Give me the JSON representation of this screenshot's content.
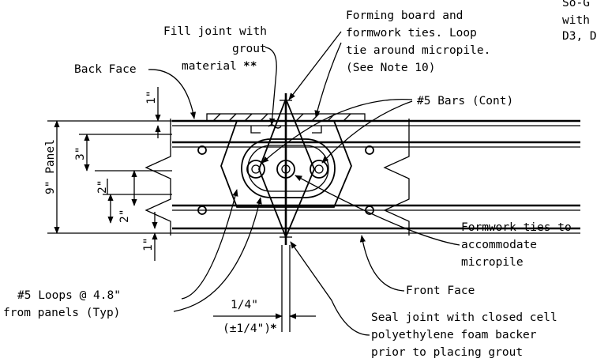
{
  "top_right_fragment": {
    "line1": "So-G",
    "line2": "with",
    "line3": "D3, D"
  },
  "labels": {
    "fill_joint_line1": "Fill joint with",
    "fill_joint_line2": "grout",
    "fill_joint_line3": "material",
    "fill_joint_mark": "**",
    "forming_line1": "Forming board and",
    "forming_line2": "formwork ties. Loop",
    "forming_line3": "tie around micropile.",
    "forming_line4": "(See Note 10)",
    "back_face": "Back Face",
    "bars_cont": "#5 Bars (Cont)",
    "panel": "9\" Panel",
    "dim_1in_top": "1\"",
    "dim_3in": "3\"",
    "dim_2in_a": "2\"",
    "dim_2in_b": "2\"",
    "dim_1in_bottom": "1\"",
    "formwork_ties_line1": "Formwork ties to",
    "formwork_ties_line2": "accommodate",
    "formwork_ties_line3": "micropile",
    "front_face": "Front Face",
    "loops_line1": "#5 Loops @ 4.8\"",
    "loops_line2": "from panels (Typ)",
    "gap_dim_top": "1/4\"",
    "gap_dim_tol": "(±1/4\")",
    "gap_dim_mark": "*",
    "seal_line1": "Seal joint with closed cell",
    "seal_line2": "polyethylene foam backer",
    "seal_line3": "prior to placing grout"
  }
}
